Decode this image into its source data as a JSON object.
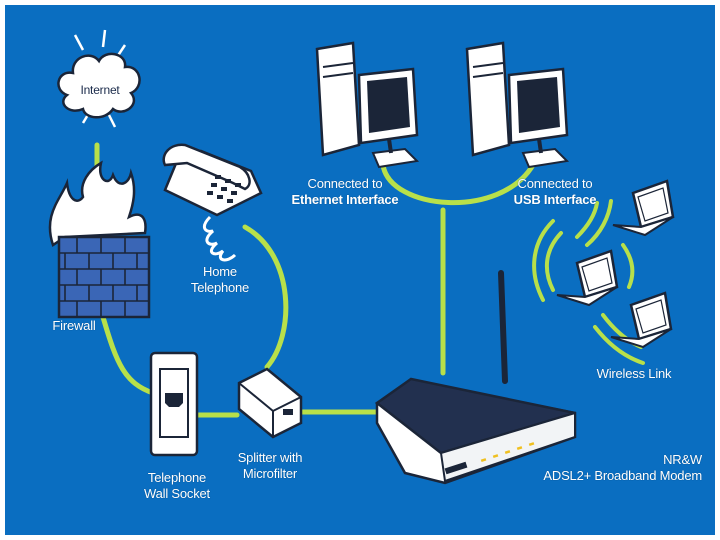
{
  "colors": {
    "background": "#0a6ec1",
    "cable": "#b8e04a",
    "outline": "#1b2538",
    "device_light": "#f2f4f6"
  },
  "labels": {
    "internet": "Internet",
    "firewall": "Firewall",
    "home_telephone": [
      "Home",
      "Telephone"
    ],
    "telephone_wall_socket": [
      "Telephone",
      "Wall Socket"
    ],
    "splitter": [
      "Splitter with",
      "Microfilter"
    ],
    "ethernet_pc": [
      "Connected to",
      "Ethernet Interface"
    ],
    "usb_pc": [
      "Connected to",
      "USB Interface"
    ],
    "wireless_link": "Wireless Link",
    "modem": [
      "NR&W",
      "ADSL2+ Broadband Modem"
    ]
  },
  "icons": {
    "cloud": "cloud-icon",
    "firewall": "firewall-icon",
    "phone": "telephone-icon",
    "socket": "wall-socket-icon",
    "splitter": "splitter-icon",
    "pc": "desktop-computer-icon",
    "laptop": "laptop-icon",
    "modem": "modem-router-icon"
  }
}
